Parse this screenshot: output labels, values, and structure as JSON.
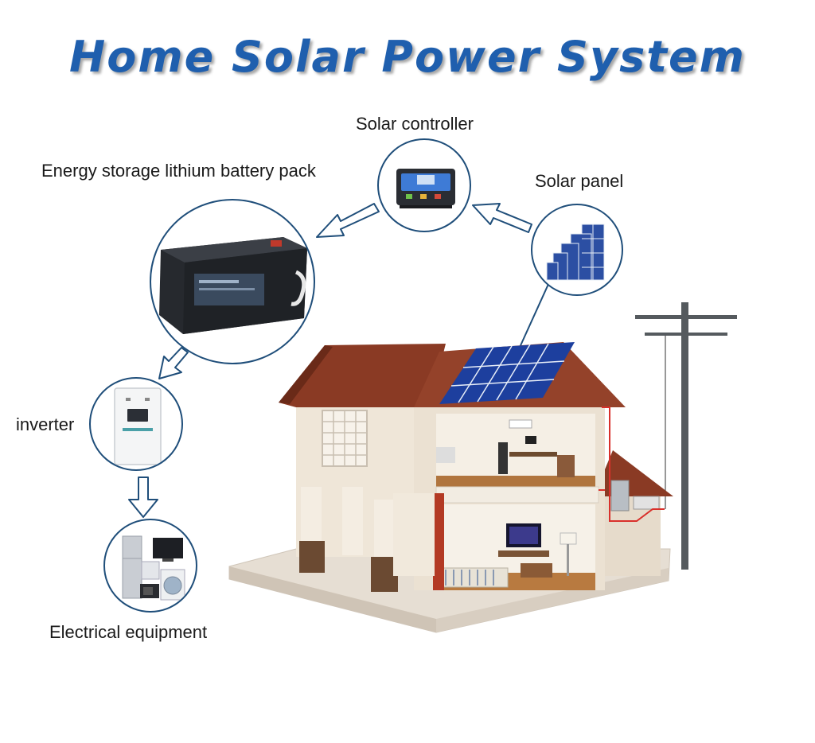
{
  "title": "Home Solar Power System",
  "labels": {
    "solar_controller": "Solar controller",
    "battery_pack": "Energy storage lithium battery pack",
    "solar_panel": "Solar panel",
    "inverter": "inverter",
    "electrical_equipment": "Electrical equipment"
  },
  "colors": {
    "title": "#1f5fae",
    "circle_border": "#1f4e7a",
    "arrow_outline": "#1f4e7a",
    "roof": "#8a3a24",
    "solar_cell": "#1d3f9e",
    "wall": "#efe6d8",
    "wiring": "#d9302b"
  }
}
